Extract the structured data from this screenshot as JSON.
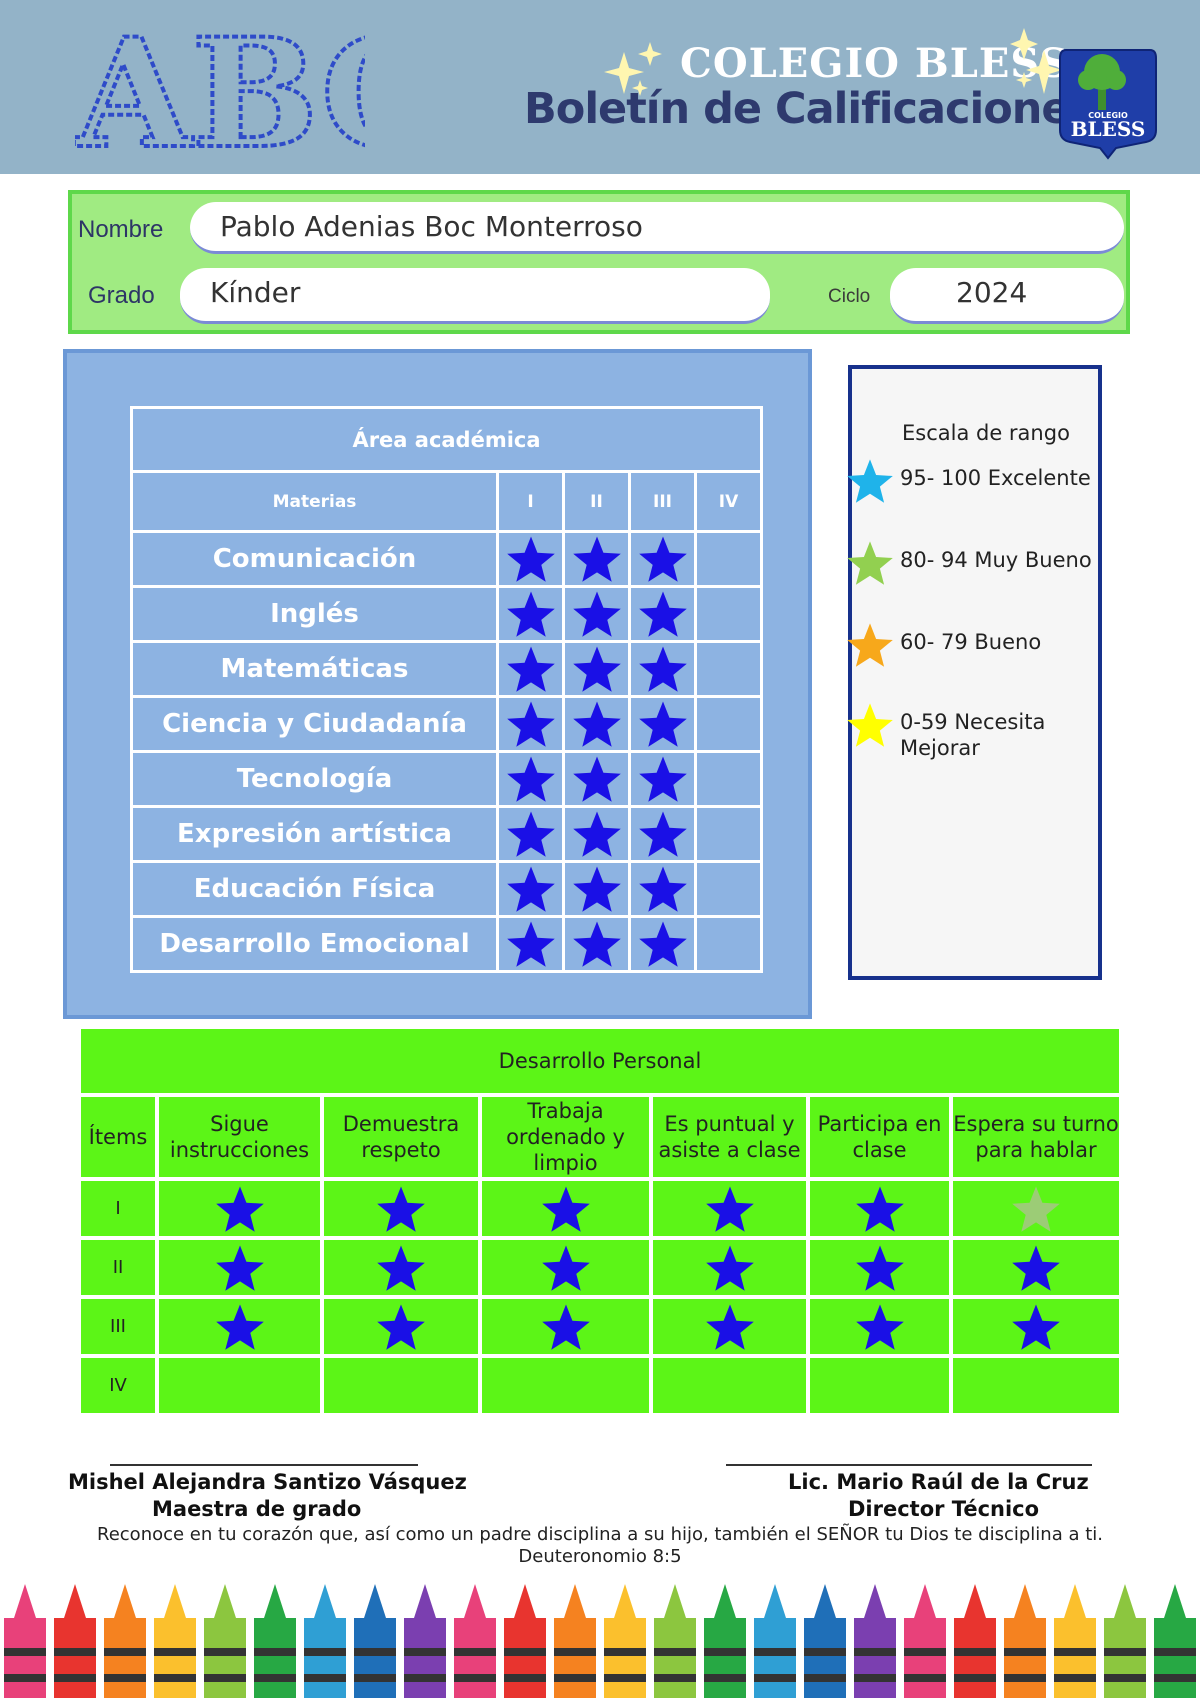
{
  "header": {
    "logo_text": "ABC",
    "school_name": "COLEGIO BLESS",
    "title": "Boletín de Calificaciones",
    "crest_top": "COLEGIO",
    "crest_text": "BLESS"
  },
  "student": {
    "name_label": "Nombre",
    "name": "Pablo Adenias Boc Monterroso",
    "grade_label": "Grado",
    "grade": "Kínder",
    "cycle_label": "Ciclo",
    "cycle": "2024"
  },
  "academic": {
    "title": "Área académica",
    "subjects_header": "Materias",
    "quarters": [
      "I",
      "II",
      "III",
      "IV"
    ],
    "rows": [
      {
        "subject": "Comunicación",
        "grades": [
          "excelente-blue",
          "excelente-blue",
          "excelente-blue",
          ""
        ]
      },
      {
        "subject": "Inglés",
        "grades": [
          "excelente-blue",
          "excelente-blue",
          "excelente-blue",
          ""
        ]
      },
      {
        "subject": "Matemáticas",
        "grades": [
          "excelente-blue",
          "excelente-blue",
          "excelente-blue",
          ""
        ]
      },
      {
        "subject": "Ciencia y Ciudadanía",
        "grades": [
          "excelente-blue",
          "excelente-blue",
          "excelente-blue",
          ""
        ]
      },
      {
        "subject": "Tecnología",
        "grades": [
          "excelente-blue",
          "excelente-blue",
          "excelente-blue",
          ""
        ]
      },
      {
        "subject": "Expresión artística",
        "grades": [
          "excelente-blue",
          "excelente-blue",
          "excelente-blue",
          ""
        ]
      },
      {
        "subject": "Educación Física",
        "grades": [
          "excelente-blue",
          "excelente-blue",
          "excelente-blue",
          ""
        ]
      },
      {
        "subject": "Desarrollo Emocional",
        "grades": [
          "excelente-blue",
          "excelente-blue",
          "excelente-blue",
          ""
        ]
      }
    ]
  },
  "legend": {
    "title": "Escala de rango",
    "items": [
      {
        "label": "95- 100 Excelente",
        "color": "#1fb3ea"
      },
      {
        "label": "80- 94 Muy Bueno",
        "color": "#92d050"
      },
      {
        "label": "60- 79 Bueno",
        "color": "#f7a81b"
      },
      {
        "label": "0-59 Necesita Mejorar",
        "color": "#ffff00"
      }
    ]
  },
  "personal": {
    "title": "Desarrollo Personal",
    "items_header": "Ítems",
    "columns": [
      "Sigue instrucciones",
      "Demuestra respeto",
      "Trabaja ordenado y limpio",
      "Es puntual y asiste a clase",
      "Participa en clase",
      "Espera su turno para hablar"
    ],
    "rows": [
      {
        "quarter": "I",
        "marks": [
          "blue",
          "blue",
          "blue",
          "blue",
          "blue",
          "muy-bueno"
        ]
      },
      {
        "quarter": "II",
        "marks": [
          "blue",
          "blue",
          "blue",
          "blue",
          "blue",
          "blue"
        ]
      },
      {
        "quarter": "III",
        "marks": [
          "blue",
          "blue",
          "blue",
          "blue",
          "blue",
          "blue"
        ]
      },
      {
        "quarter": "IV",
        "marks": [
          "",
          "",
          "",
          "",
          "",
          ""
        ]
      }
    ]
  },
  "colors": {
    "star_blue": "#1a10e6",
    "star_faded": "#9ccc76",
    "header_bg": "#93b3c8",
    "academic_bg": "#8db3e2",
    "personal_bg": "#5cf517",
    "info_bg": "#a0eb82"
  },
  "signatures": {
    "teacher_name": "Mishel Alejandra Santizo Vásquez",
    "teacher_role": "Maestra de grado",
    "director_name": "Lic. Mario Raúl de la Cruz",
    "director_role": "Director Técnico"
  },
  "verse": {
    "text": "Reconoce en tu corazón que, así como un padre disciplina a su hijo, también el SEÑOR tu Dios te disciplina a ti.",
    "reference": "Deuteronomio 8:5"
  }
}
